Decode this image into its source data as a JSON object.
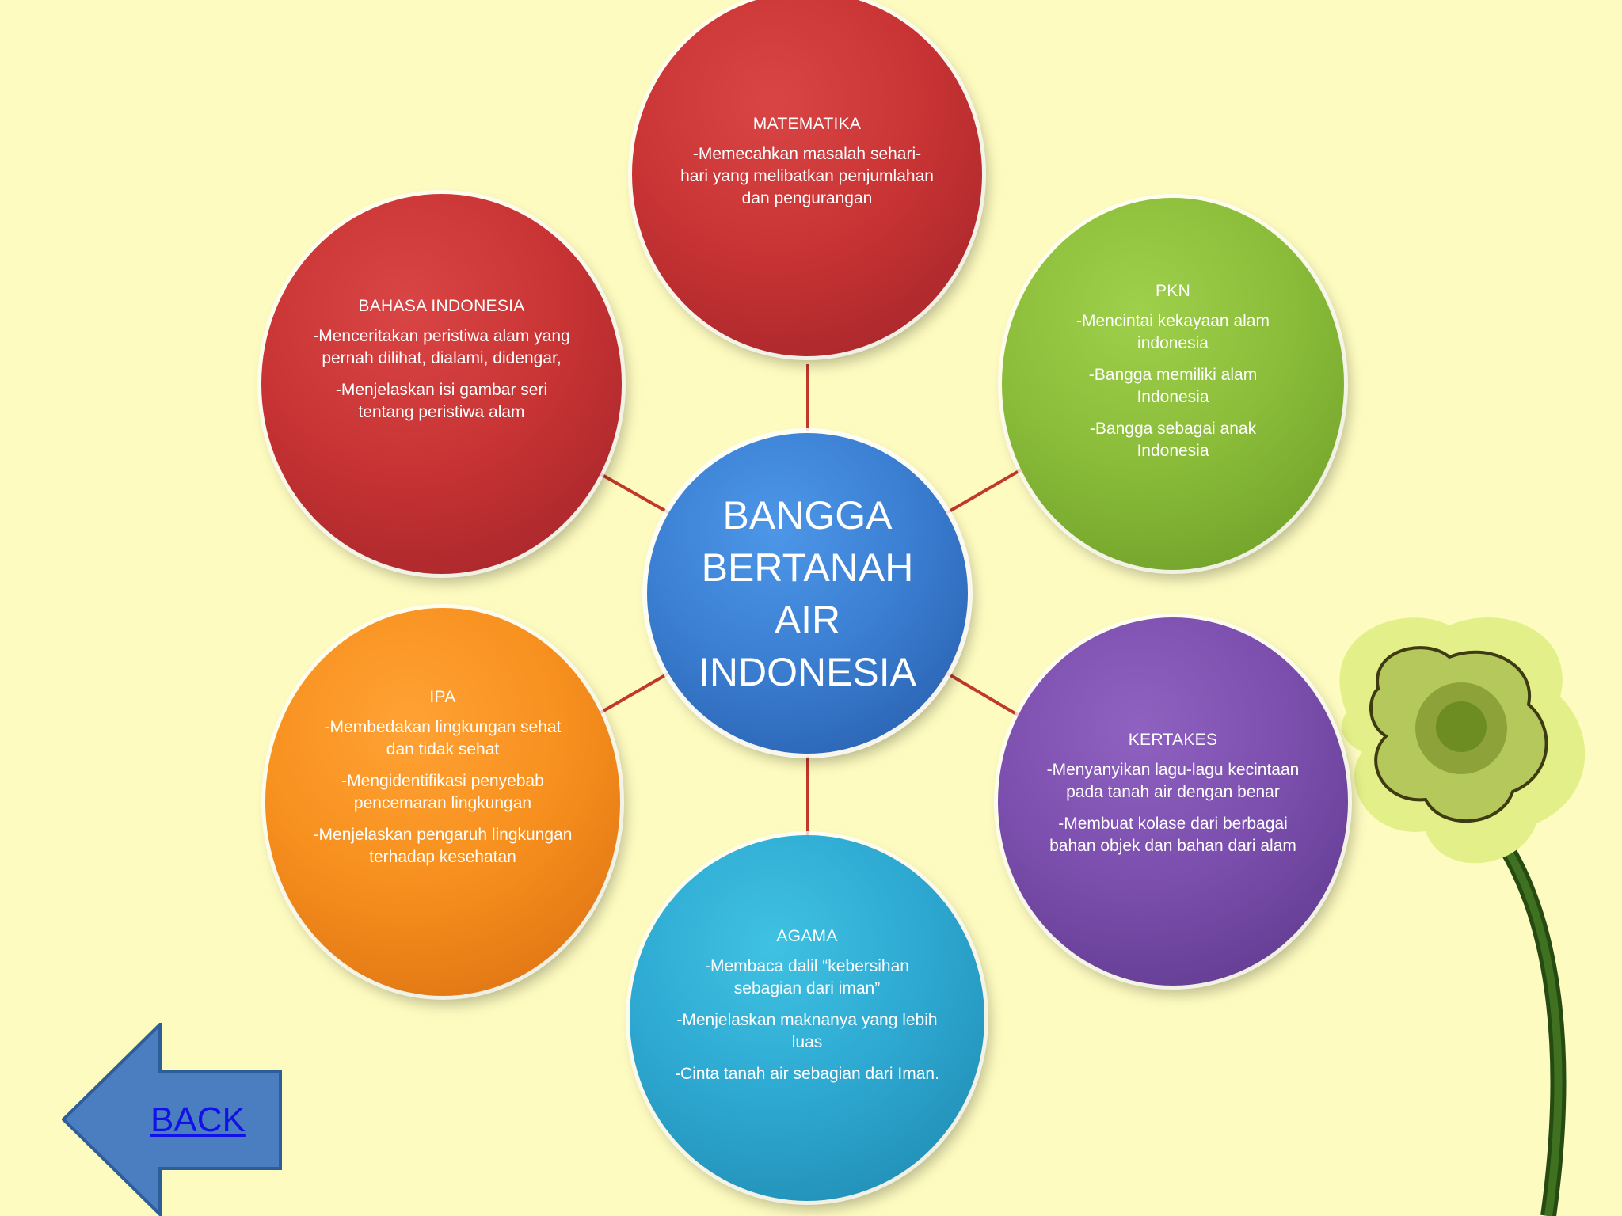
{
  "center": {
    "title": "BANGGA BERTANAH AIR INDONESIA"
  },
  "nodes": {
    "matematika": {
      "title": "MATEMATIKA",
      "items": [
        "-Memecahkan masalah sehari-hari yang melibatkan penjumlahan dan pengurangan"
      ]
    },
    "pkn": {
      "title": "PKN",
      "items": [
        "-Mencintai kekayaan alam indonesia",
        "-Bangga memiliki alam Indonesia",
        "-Bangga sebagai anak Indonesia"
      ]
    },
    "kertakes": {
      "title": "KERTAKES",
      "items": [
        "-Menyanyikan lagu-lagu kecintaan pada tanah air dengan benar",
        "-Membuat kolase dari berbagai bahan  objek dan bahan  dari alam"
      ]
    },
    "agama": {
      "title": "AGAMA",
      "items": [
        "-Membaca dalil “kebersihan sebagian dari iman”",
        "-Menjelaskan maknanya yang lebih luas",
        "-Cinta tanah air sebagian dari Iman."
      ]
    },
    "ipa": {
      "title": "IPA",
      "items": [
        "-Membedakan lingkungan sehat dan tidak sehat",
        "-Mengidentifikasi penyebab pencemaran lingkungan",
        "-Menjelaskan pengaruh lingkungan terhadap kesehatan"
      ]
    },
    "bahasa": {
      "title": "BAHASA INDONESIA",
      "items": [
        "-Menceritakan peristiwa alam yang pernah dilihat, dialami, didengar,",
        "-Menjelaskan isi gambar seri tentang peristiwa alam"
      ]
    }
  },
  "back": {
    "label": "BACK"
  },
  "colors": {
    "background": "#fdfbbf",
    "connector": "#c0392b",
    "back_arrow": "#4a7ec0",
    "link": "#1212e8"
  },
  "icons": {
    "decoration": "flower-icon",
    "back": "back-arrow-icon"
  }
}
